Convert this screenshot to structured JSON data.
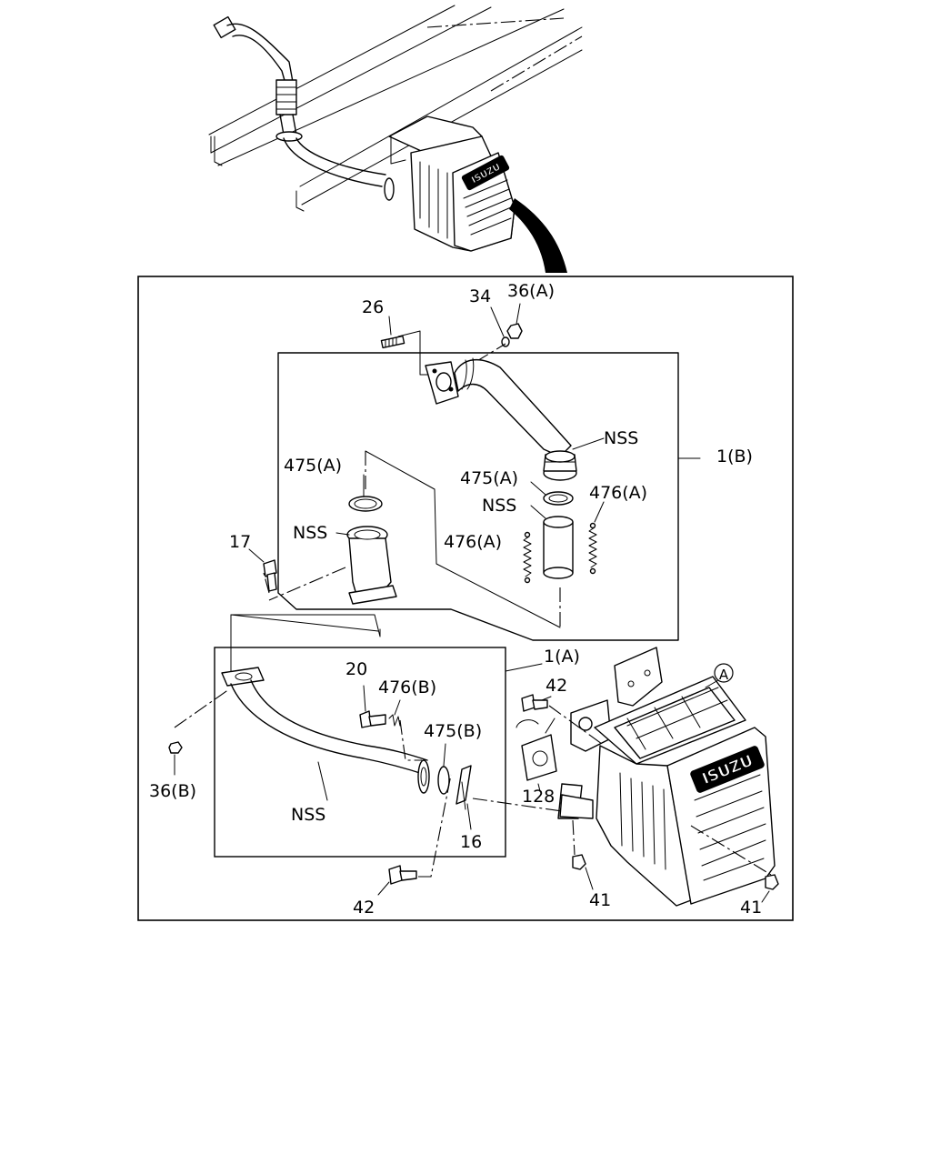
{
  "callouts": {
    "p26": "26",
    "p34": "34",
    "p36a": "36(A)",
    "nss_upper_pipe": "NSS",
    "p1b": "1(B)",
    "p475a_left": "475(A)",
    "p475a_right": "475(A)",
    "nss_ring": "NSS",
    "p476a_right": "476(A)",
    "nss_left_elbow": "NSS",
    "p476a_left": "476(A)",
    "p17": "17",
    "p1a": "1(A)",
    "p20": "20",
    "p476b": "476(B)",
    "p42_top": "42",
    "p475b": "475(B)",
    "p36b": "36(B)",
    "nss_lower_pipe": "NSS",
    "p128": "128",
    "p16": "16",
    "p42_bottom": "42",
    "p41_left": "41",
    "p41_right": "41",
    "circle_a": "A"
  },
  "logos": {
    "muffler": "ISUZU",
    "overview": "ISUZU"
  }
}
